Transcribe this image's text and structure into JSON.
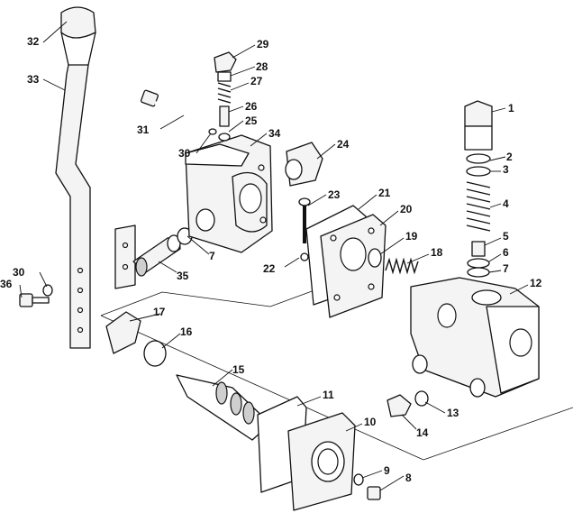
{
  "diagram": {
    "callouts": [
      {
        "id": "c1",
        "text": "1"
      },
      {
        "id": "c2",
        "text": "2"
      },
      {
        "id": "c3",
        "text": "3"
      },
      {
        "id": "c4",
        "text": "4"
      },
      {
        "id": "c5",
        "text": "5"
      },
      {
        "id": "c6",
        "text": "6"
      },
      {
        "id": "c7a",
        "text": "7"
      },
      {
        "id": "c7b",
        "text": "7"
      },
      {
        "id": "c8",
        "text": "8"
      },
      {
        "id": "c9",
        "text": "9"
      },
      {
        "id": "c10",
        "text": "10"
      },
      {
        "id": "c11",
        "text": "11"
      },
      {
        "id": "c12",
        "text": "12"
      },
      {
        "id": "c13",
        "text": "13"
      },
      {
        "id": "c14",
        "text": "14"
      },
      {
        "id": "c15",
        "text": "15"
      },
      {
        "id": "c16",
        "text": "16"
      },
      {
        "id": "c17",
        "text": "17"
      },
      {
        "id": "c18",
        "text": "18"
      },
      {
        "id": "c19",
        "text": "19"
      },
      {
        "id": "c20",
        "text": "20"
      },
      {
        "id": "c21",
        "text": "21"
      },
      {
        "id": "c22",
        "text": "22"
      },
      {
        "id": "c23",
        "text": "23"
      },
      {
        "id": "c24",
        "text": "24"
      },
      {
        "id": "c25",
        "text": "25"
      },
      {
        "id": "c26",
        "text": "26"
      },
      {
        "id": "c27",
        "text": "27"
      },
      {
        "id": "c28",
        "text": "28"
      },
      {
        "id": "c29",
        "text": "29"
      },
      {
        "id": "c30a",
        "text": "30"
      },
      {
        "id": "c30b",
        "text": "30"
      },
      {
        "id": "c31",
        "text": "31"
      },
      {
        "id": "c32",
        "text": "32"
      },
      {
        "id": "c33",
        "text": "33"
      },
      {
        "id": "c34",
        "text": "34"
      },
      {
        "id": "c35",
        "text": "35"
      },
      {
        "id": "c36",
        "text": "36"
      }
    ]
  }
}
